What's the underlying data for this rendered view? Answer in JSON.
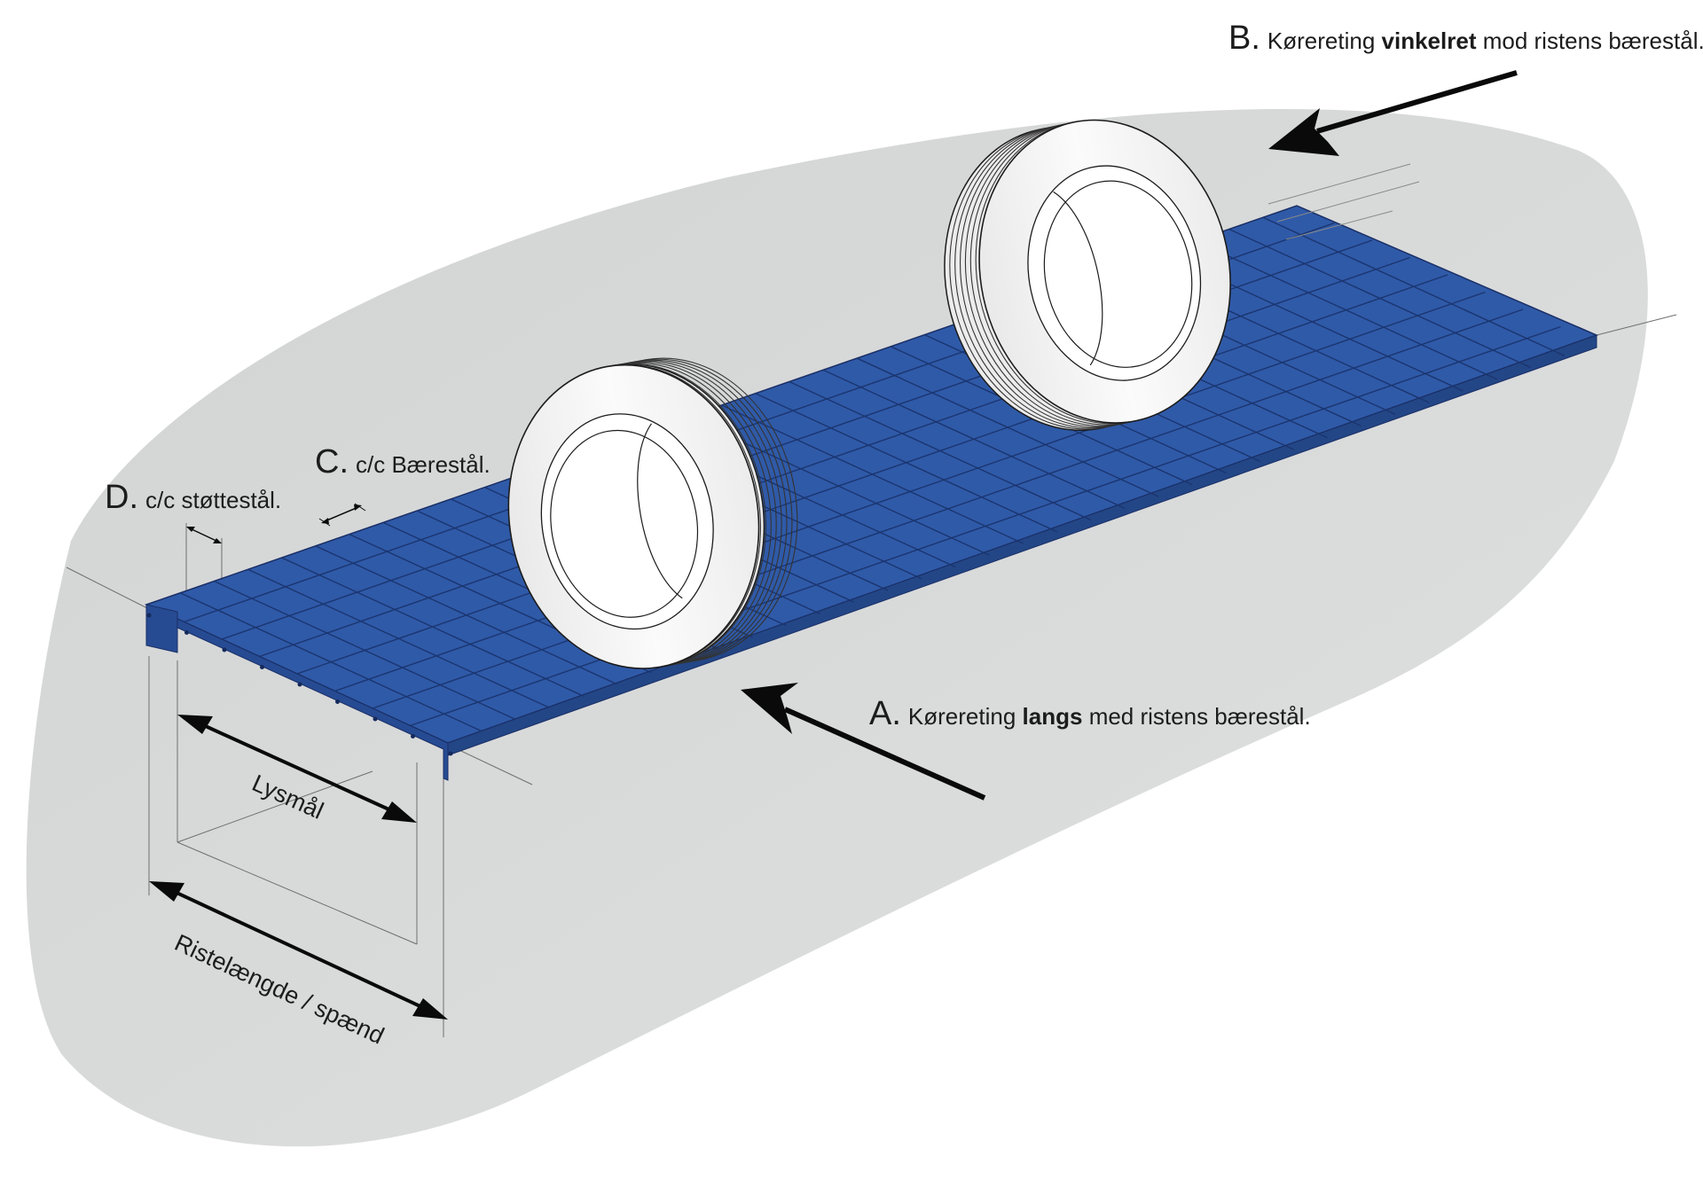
{
  "labels": {
    "A": {
      "letter": "A.",
      "pre": "Kørereting",
      "bold": "langs",
      "post": "med ristens bærestål."
    },
    "B": {
      "letter": "B.",
      "pre": "Kørereting",
      "bold": "vinkelret",
      "post": "mod ristens bærestål."
    },
    "C": {
      "letter": "C.",
      "text": "c/c Bærestål."
    },
    "D": {
      "letter": "D.",
      "text": "c/c støttestål."
    }
  },
  "dimensions": {
    "clear_span": "Lysmål",
    "grating_length": "Ristelængde / spænd"
  },
  "colors": {
    "grating_blue": "#2f5aa8",
    "grating_dark": "#1f3f85",
    "background_shape": "#d6d8d8",
    "tire": "#f2f2f2",
    "outline": "#1c1c1c"
  }
}
